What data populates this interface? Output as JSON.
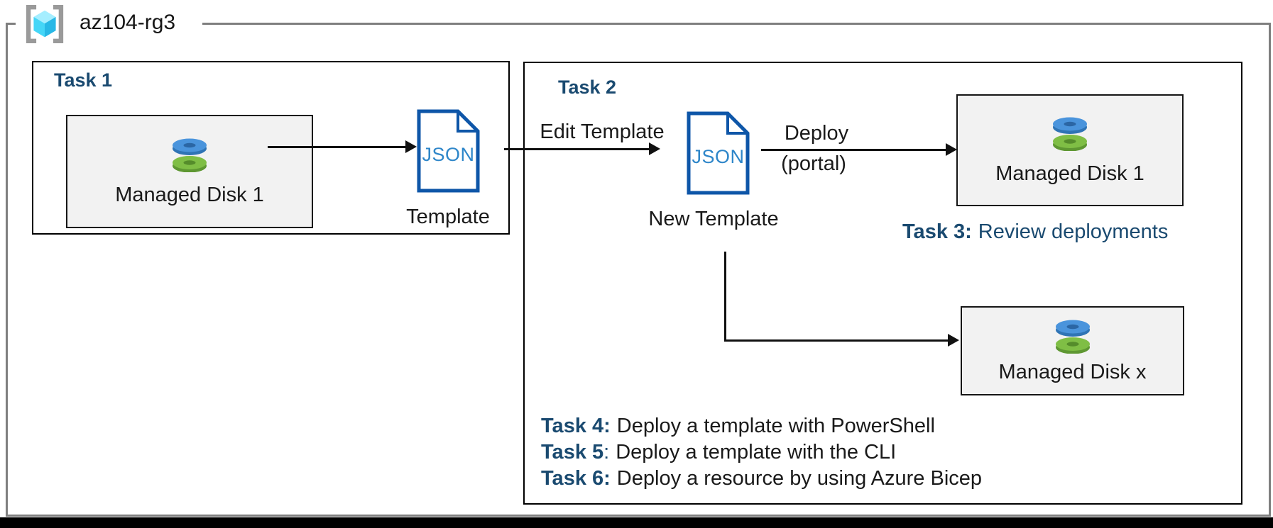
{
  "header": {
    "resource_group_name": "az104-rg3"
  },
  "task1": {
    "title": "Task 1",
    "managed_disk_label": "Managed Disk 1",
    "json_file_label": "JSON",
    "template_caption": "Template"
  },
  "task2": {
    "title": "Task 2",
    "edit_arrow_label": "Edit Template",
    "json_file_label": "JSON",
    "new_template_caption": "New Template",
    "deploy_arrow_label": "Deploy",
    "deploy_arrow_sublabel": "(portal)",
    "managed_disk_1_label": "Managed Disk 1",
    "managed_disk_x_label": "Managed Disk x"
  },
  "annotations": {
    "task3": {
      "prefix": "Task 3:",
      "text": "Review deployments"
    },
    "task4": {
      "prefix": "Task 4:",
      "text": "Deploy a template with PowerShell"
    },
    "task5": {
      "prefix": "Task 5",
      "colon": ":",
      "text": "Deploy a template with the CLI"
    },
    "task6": {
      "prefix": "Task 6:",
      "text": "Deploy a resource by using Azure Bicep"
    }
  },
  "colors": {
    "navy_text": "#1A4A70",
    "json_border": "#0E56A8",
    "json_text": "#2E86C9",
    "disk_box_fill": "#F2F2F2",
    "outer_border_gray": "#7F7F7F",
    "connector_black": "#111111",
    "disk_blue": "#4A94DC",
    "disk_green": "#7FBE45"
  }
}
